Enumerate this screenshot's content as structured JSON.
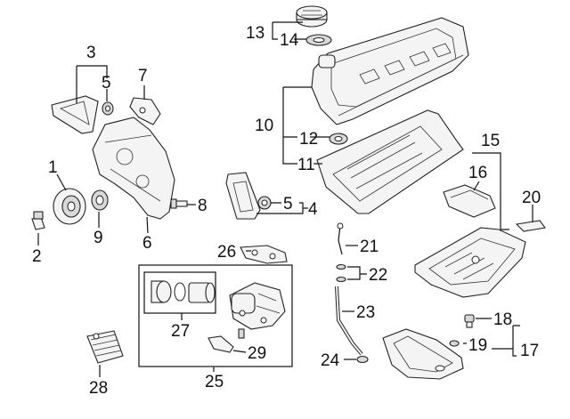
{
  "diagram": {
    "callouts": {
      "c1": "1",
      "c2": "2",
      "c3": "3",
      "c4": "4",
      "c5a": "5",
      "c5b": "5",
      "c6": "6",
      "c7": "7",
      "c8": "8",
      "c9": "9",
      "c10": "10",
      "c11": "11",
      "c12": "12",
      "c13": "13",
      "c14": "14",
      "c15": "15",
      "c16": "16",
      "c17": "17",
      "c18": "18",
      "c19": "19",
      "c20": "20",
      "c21": "21",
      "c22": "22",
      "c23": "23",
      "c24": "24",
      "c25": "25",
      "c26": "26",
      "c27": "27",
      "c28": "28",
      "c29": "29"
    }
  }
}
